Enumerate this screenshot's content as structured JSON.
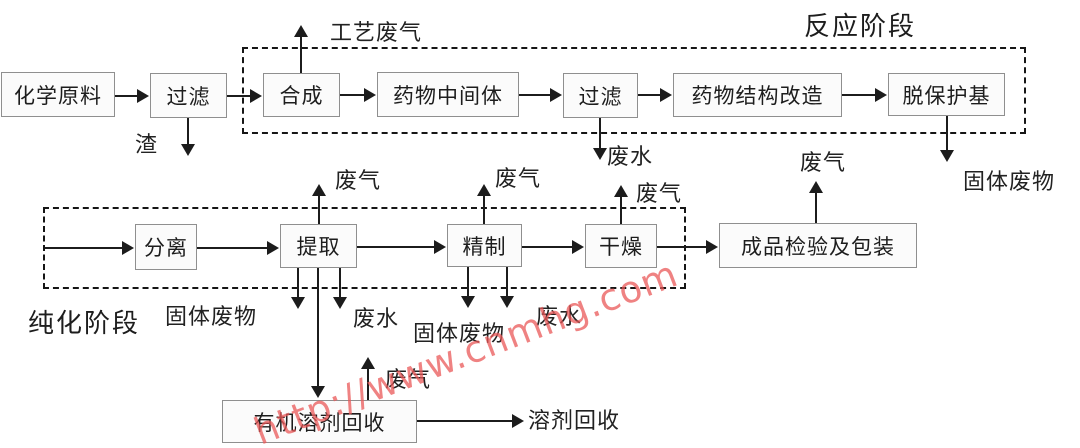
{
  "stages": {
    "reaction": {
      "label": "反应阶段"
    },
    "purification": {
      "label": "纯化阶段"
    }
  },
  "nodes": [
    {
      "id": "chemical-raw-material",
      "label": "化学原料"
    },
    {
      "id": "filter-1",
      "label": "过滤"
    },
    {
      "id": "synthesis",
      "label": "合成"
    },
    {
      "id": "drug-intermediate",
      "label": "药物中间体"
    },
    {
      "id": "filter-2",
      "label": "过滤"
    },
    {
      "id": "drug-structure-modification",
      "label": "药物结构改造"
    },
    {
      "id": "deprotection",
      "label": "脱保护基"
    },
    {
      "id": "separation",
      "label": "分离"
    },
    {
      "id": "extraction",
      "label": "提取"
    },
    {
      "id": "refining",
      "label": "精制"
    },
    {
      "id": "drying",
      "label": "干燥"
    },
    {
      "id": "product-inspection-packaging",
      "label": "成品检验及包装"
    },
    {
      "id": "organic-solvent-recovery",
      "label": "有机溶剂回收"
    }
  ],
  "labels": [
    {
      "id": "process-waste-gas",
      "text": "工艺废气"
    },
    {
      "id": "slag",
      "text": "渣"
    },
    {
      "id": "wastewater-filter2",
      "text": "废水"
    },
    {
      "id": "waste-gas-inspection",
      "text": "废气"
    },
    {
      "id": "solid-waste-deprotection",
      "text": "固体废物"
    },
    {
      "id": "waste-gas-extraction",
      "text": "废气"
    },
    {
      "id": "waste-gas-refining",
      "text": "废气"
    },
    {
      "id": "waste-gas-drying",
      "text": "废气"
    },
    {
      "id": "solid-waste-extraction",
      "text": "固体废物"
    },
    {
      "id": "wastewater-extraction",
      "text": "废水"
    },
    {
      "id": "solid-waste-refining",
      "text": "固体废物"
    },
    {
      "id": "wastewater-refining",
      "text": "废水"
    },
    {
      "id": "waste-gas-solvent-recovery",
      "text": "废气"
    },
    {
      "id": "solvent-recovery-out",
      "text": "溶剂回收"
    }
  ],
  "edges": [
    {
      "from": "chemical-raw-material",
      "to": "filter-1"
    },
    {
      "from": "filter-1",
      "to": "synthesis"
    },
    {
      "from": "synthesis",
      "to": "drug-intermediate"
    },
    {
      "from": "drug-intermediate",
      "to": "filter-2"
    },
    {
      "from": "filter-2",
      "to": "drug-structure-modification"
    },
    {
      "from": "drug-structure-modification",
      "to": "deprotection"
    },
    {
      "from": "purification-stage-border",
      "to": "separation"
    },
    {
      "from": "separation",
      "to": "extraction"
    },
    {
      "from": "extraction",
      "to": "refining"
    },
    {
      "from": "refining",
      "to": "drying"
    },
    {
      "from": "drying",
      "to": "product-inspection-packaging"
    },
    {
      "from": "extraction",
      "to": "organic-solvent-recovery"
    },
    {
      "from": "organic-solvent-recovery",
      "to": "solvent-recovery-out"
    }
  ],
  "emissions": [
    {
      "node": "filter-1",
      "direction": "down",
      "output": "渣"
    },
    {
      "node": "synthesis",
      "direction": "up",
      "output": "工艺废气"
    },
    {
      "node": "filter-2",
      "direction": "down",
      "output": "废水"
    },
    {
      "node": "deprotection",
      "direction": "down",
      "output": "固体废物"
    },
    {
      "node": "extraction",
      "direction": "up",
      "output": "废气"
    },
    {
      "node": "extraction",
      "direction": "down",
      "output": "固体废物"
    },
    {
      "node": "extraction",
      "direction": "down",
      "output": "废水"
    },
    {
      "node": "refining",
      "direction": "up",
      "output": "废气"
    },
    {
      "node": "refining",
      "direction": "down",
      "output": "固体废物"
    },
    {
      "node": "refining",
      "direction": "down",
      "output": "废水"
    },
    {
      "node": "drying",
      "direction": "up",
      "output": "废气"
    },
    {
      "node": "product-inspection-packaging",
      "direction": "up",
      "output": "废气"
    },
    {
      "node": "organic-solvent-recovery",
      "direction": "up",
      "output": "废气"
    }
  ],
  "watermark": {
    "text": "http://www.cnmhg.com",
    "color": "#e95858"
  },
  "colors": {
    "line": "#1c1c1c",
    "box_border": "#8f8f8f",
    "box_fill": "#fbfbfb",
    "background": "#ffffff"
  }
}
